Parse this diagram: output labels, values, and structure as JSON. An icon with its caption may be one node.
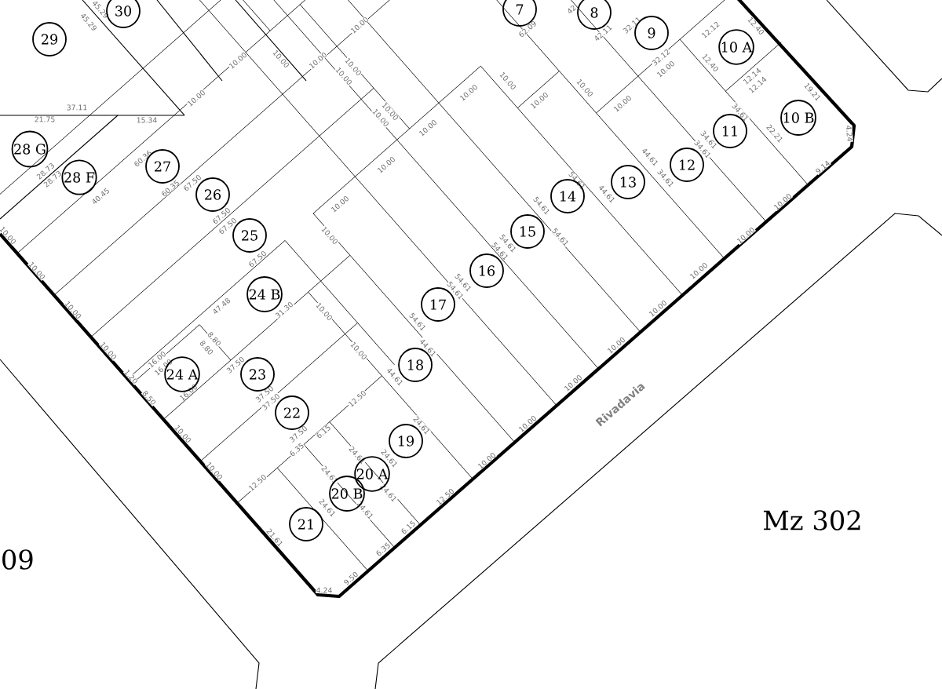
{
  "diagram": {
    "nodes": [
      {
        "text": [
          "30"
        ]
      },
      {
        "text": [
          "7"
        ]
      },
      {
        "text": [
          "8"
        ]
      },
      {
        "text": [
          "9"
        ]
      },
      {
        "text": [
          "29"
        ]
      },
      {
        "text": [
          "10 A"
        ]
      },
      {
        "text": [
          "10 B"
        ]
      },
      {
        "text": [
          "11"
        ]
      },
      {
        "text": [
          "28 G"
        ]
      },
      {
        "text": [
          "27"
        ]
      },
      {
        "text": [
          "12"
        ]
      },
      {
        "text": [
          "28 F"
        ]
      },
      {
        "text": [
          "13"
        ]
      },
      {
        "text": [
          "26"
        ]
      },
      {
        "text": [
          "14"
        ]
      },
      {
        "text": [
          "15"
        ]
      },
      {
        "text": [
          "25"
        ]
      },
      {
        "text": [
          "16"
        ]
      },
      {
        "text": [
          "24 B"
        ]
      },
      {
        "text": [
          "17"
        ]
      },
      {
        "text": [
          "18"
        ]
      },
      {
        "text": [
          "24 A"
        ]
      },
      {
        "text": [
          "23"
        ]
      },
      {
        "text": [
          "22"
        ]
      },
      {
        "text": [
          "19"
        ]
      },
      {
        "text": [
          "20 A"
        ]
      },
      {
        "text": [
          "20 B"
        ]
      },
      {
        "text": [
          "21"
        ]
      }
    ],
    "labels": [
      "42",
      "45.29",
      "45.29",
      "10.00",
      "32.11",
      "62.09",
      "12.12",
      "12.40",
      "42.11",
      "32.12",
      "10.00",
      "10.00",
      "10.00",
      "12.40",
      "10.00",
      "10.00",
      "12.14",
      "10.00",
      "10.00",
      "12.14",
      "10.00",
      "19.21",
      "10.00",
      "10.00",
      "10.00",
      "10.00",
      "37.11",
      "10.00",
      "34.61",
      "10.00",
      "21.75",
      "15.34",
      "10.00",
      "22.21",
      "4.24",
      "34.61",
      "34.61",
      "60.36",
      "10.00",
      "9.14",
      "44.61",
      "28.73",
      "34.61",
      "28.73",
      "54.61",
      "67.50",
      "40.45",
      "60.35",
      "44.61",
      "10.00",
      "10.00",
      "54.61",
      "67.50",
      "54.61",
      "67.50",
      "10.00",
      "10.00",
      "10.00",
      "54.61",
      "54.61",
      "67.50",
      "10.00",
      "10.00",
      "54.61",
      "54.61",
      "47.48",
      "10.00",
      "31.30",
      "10.00",
      "10.00",
      "54.61",
      "8.80",
      "10.00",
      "8.80",
      "44.61",
      "10.00",
      "10.00",
      "16.00",
      "37.50",
      "16.00",
      "1.20",
      "44.61",
      "10.00",
      "16.00",
      "37.50",
      "8.50",
      "12.50",
      "37.50",
      "Rivadavia",
      "10.00",
      "24.61",
      "6.15",
      "37.50",
      "10.00",
      "6.35",
      "24.61",
      "10.00",
      "24.61",
      "10.00",
      "24.61",
      "12.50",
      "24.61",
      "24.61",
      "12.50",
      "24.61",
      "Mz 302",
      "6.15",
      "21.61",
      "6.35",
      "09",
      "9.50",
      "4.24"
    ]
  }
}
